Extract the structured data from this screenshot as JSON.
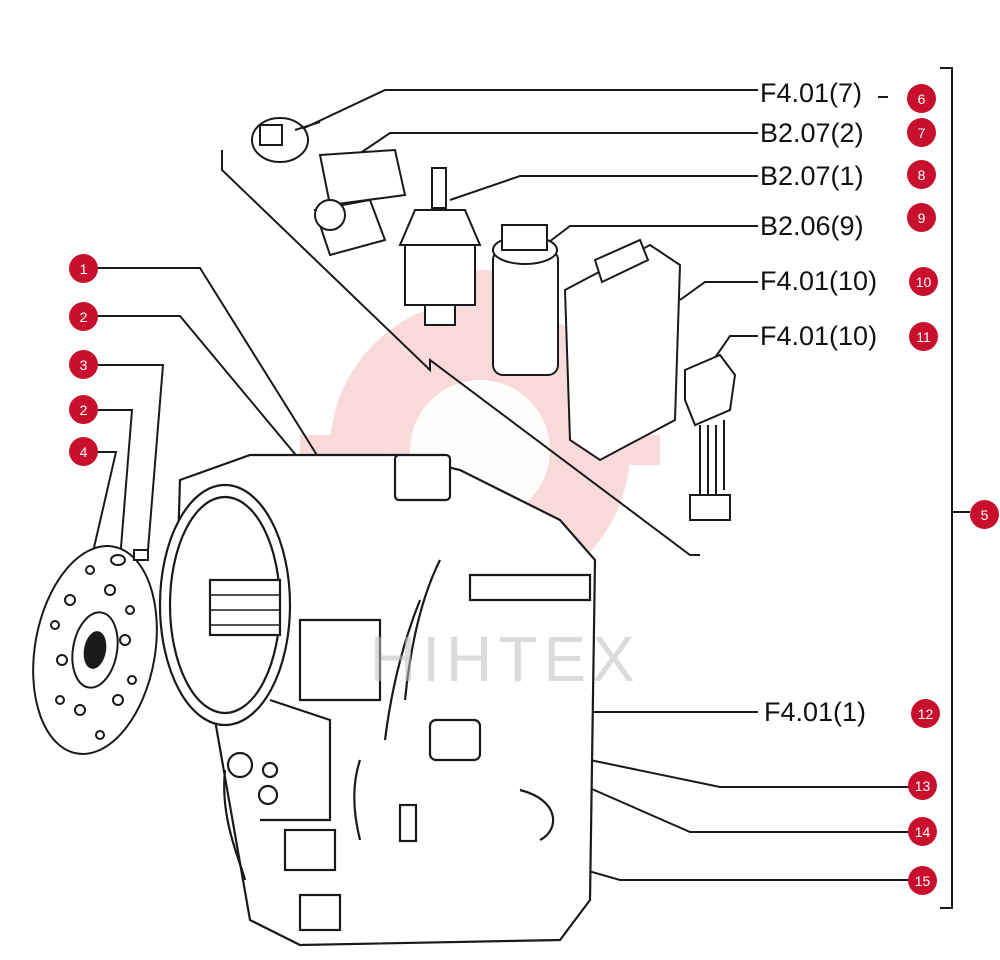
{
  "colors": {
    "badge": "#c8102e",
    "line": "#1a1a1a",
    "watermark_logo": "#e23a3a"
  },
  "watermark": {
    "text": "HIHTEX"
  },
  "references": [
    {
      "id": "ref-6",
      "text": "F4.01(7)"
    },
    {
      "id": "ref-7",
      "text": "B2.07(2)"
    },
    {
      "id": "ref-8",
      "text": "B2.07(1)"
    },
    {
      "id": "ref-9",
      "text": "B2.06(9)"
    },
    {
      "id": "ref-10",
      "text": "F4.01(10)"
    },
    {
      "id": "ref-11",
      "text": "F4.01(10)"
    },
    {
      "id": "ref-12",
      "text": "F4.01(1)"
    }
  ],
  "callouts": [
    "1",
    "2",
    "3",
    "2",
    "4",
    "5",
    "6",
    "7",
    "8",
    "9",
    "10",
    "11",
    "12",
    "13",
    "14",
    "15"
  ]
}
